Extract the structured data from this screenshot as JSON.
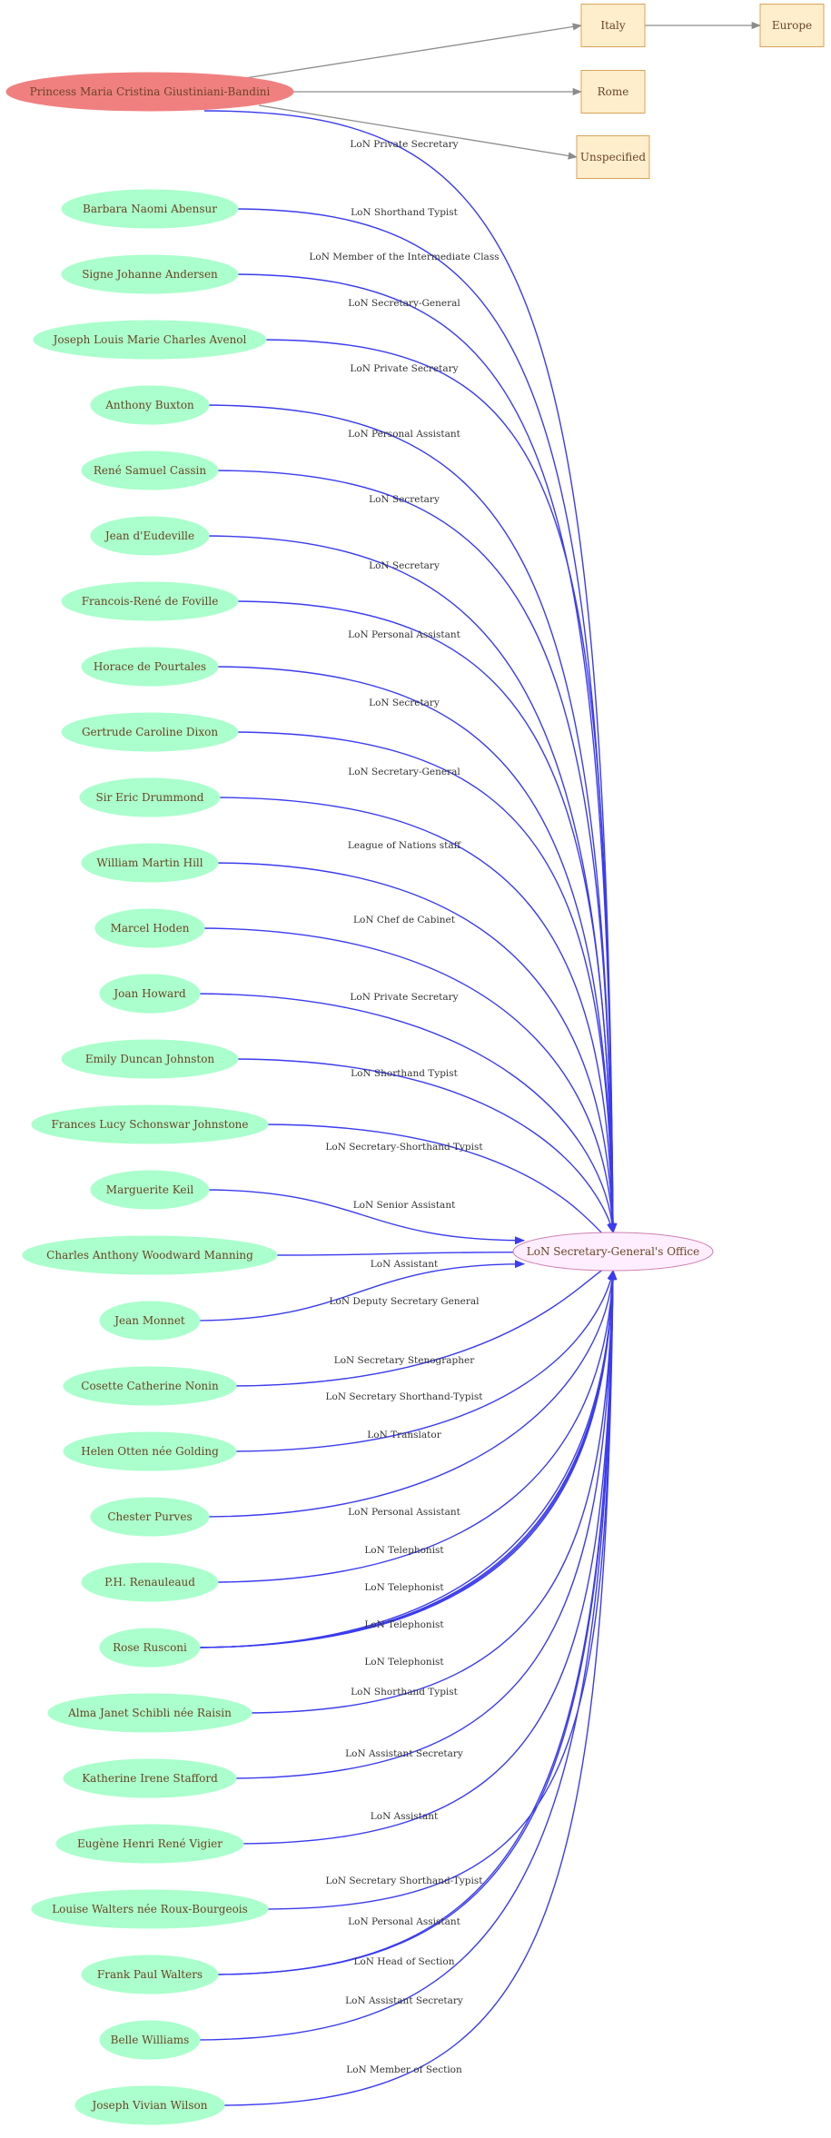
{
  "colors": {
    "person_fill": "#aaffcc",
    "person_text": "#6b4423",
    "root_fill": "#f08080",
    "place_fill": "#ffeecc",
    "place_stroke": "#d9a35a",
    "office_fill": "#ffeeff",
    "office_stroke": "#d080b0",
    "blue_edge": "#3b3bef",
    "gray_edge": "#8c8c8c"
  },
  "nodes": {
    "root": {
      "label": "Princess Maria Cristina Giustiniani-Bandini"
    },
    "office": {
      "label": "LoN Secretary-General's Office"
    },
    "places": [
      {
        "id": "italy",
        "label": "Italy"
      },
      {
        "id": "rome",
        "label": "Rome"
      },
      {
        "id": "unspecified",
        "label": "Unspecified"
      },
      {
        "id": "europe",
        "label": "Europe"
      }
    ],
    "people": [
      {
        "id": "abensur",
        "label": "Barbara Naomi Abensur"
      },
      {
        "id": "andersen",
        "label": "Signe Johanne Andersen"
      },
      {
        "id": "avenol",
        "label": "Joseph Louis Marie Charles Avenol"
      },
      {
        "id": "buxton",
        "label": "Anthony Buxton"
      },
      {
        "id": "cassin",
        "label": "René Samuel Cassin"
      },
      {
        "id": "deudeville",
        "label": "Jean d'Eudeville"
      },
      {
        "id": "foville",
        "label": "Francois-René de Foville"
      },
      {
        "id": "pourtales",
        "label": "Horace de Pourtales"
      },
      {
        "id": "dixon",
        "label": "Gertrude Caroline Dixon"
      },
      {
        "id": "drummond",
        "label": "Sir Eric Drummond"
      },
      {
        "id": "hill",
        "label": "William Martin Hill"
      },
      {
        "id": "hoden",
        "label": "Marcel Hoden"
      },
      {
        "id": "howard",
        "label": "Joan Howard"
      },
      {
        "id": "johnston",
        "label": "Emily Duncan Johnston"
      },
      {
        "id": "johnstone",
        "label": "Frances Lucy Schonswar Johnstone"
      },
      {
        "id": "keil",
        "label": "Marguerite Keil"
      },
      {
        "id": "manning",
        "label": "Charles Anthony Woodward Manning"
      },
      {
        "id": "monnet",
        "label": "Jean Monnet"
      },
      {
        "id": "nonin",
        "label": "Cosette Catherine Nonin"
      },
      {
        "id": "otten",
        "label": "Helen Otten née Golding"
      },
      {
        "id": "purves",
        "label": "Chester Purves"
      },
      {
        "id": "renauleaud",
        "label": "P.H. Renauleaud"
      },
      {
        "id": "rusconi",
        "label": "Rose Rusconi"
      },
      {
        "id": "raisin",
        "label": "Alma Janet Schibli née Raisin"
      },
      {
        "id": "stafford",
        "label": "Katherine Irene Stafford"
      },
      {
        "id": "vigier",
        "label": "Eugène Henri René  Vigier"
      },
      {
        "id": "roux",
        "label": "Louise Walters née Roux-Bourgeois"
      },
      {
        "id": "walters",
        "label": "Frank Paul Walters"
      },
      {
        "id": "williams",
        "label": "Belle Williams"
      },
      {
        "id": "wilson",
        "label": "Joseph Vivian Wilson"
      }
    ]
  },
  "edges": [
    {
      "from": "root",
      "to": "italy",
      "label": ""
    },
    {
      "from": "root",
      "to": "rome",
      "label": ""
    },
    {
      "from": "root",
      "to": "unspecified",
      "label": ""
    },
    {
      "from": "italy",
      "to": "europe",
      "label": ""
    },
    {
      "from": "root",
      "to": "office",
      "label": "LoN Private Secretary"
    },
    {
      "from": "abensur",
      "to": "office",
      "label": "LoN Shorthand Typist"
    },
    {
      "from": "andersen",
      "to": "office",
      "label": "LoN Member of the Intermediate Class"
    },
    {
      "from": "avenol",
      "to": "office",
      "label": "LoN Secretary-General"
    },
    {
      "from": "buxton",
      "to": "office",
      "label": "LoN Private Secretary"
    },
    {
      "from": "cassin",
      "to": "office",
      "label": "LoN Personal Assistant"
    },
    {
      "from": "deudeville",
      "to": "office",
      "label": "LoN Secretary"
    },
    {
      "from": "foville",
      "to": "office",
      "label": "LoN Secretary"
    },
    {
      "from": "pourtales",
      "to": "office",
      "label": "LoN Personal Assistant"
    },
    {
      "from": "dixon",
      "to": "office",
      "label": "LoN Secretary"
    },
    {
      "from": "drummond",
      "to": "office",
      "label": "LoN Secretary-General"
    },
    {
      "from": "hill",
      "to": "office",
      "label": "League of Nations staff"
    },
    {
      "from": "hoden",
      "to": "office",
      "label": "LoN Chef de Cabinet"
    },
    {
      "from": "howard",
      "to": "office",
      "label": "LoN Private Secretary"
    },
    {
      "from": "johnston",
      "to": "office",
      "label": "LoN Shorthand Typist"
    },
    {
      "from": "johnstone",
      "to": "office",
      "label": "LoN Secretary-Shorthand-Typist"
    },
    {
      "from": "keil",
      "to": "office",
      "label": "LoN Senior Assistant"
    },
    {
      "from": "manning",
      "to": "office",
      "label": "LoN Assistant"
    },
    {
      "from": "monnet",
      "to": "office",
      "label": "LoN Deputy Secretary General"
    },
    {
      "from": "nonin",
      "to": "office",
      "label": "LoN Secretary Stenographer"
    },
    {
      "from": "otten",
      "to": "office",
      "label": "LoN Secretary Shorthand-Typist"
    },
    {
      "from": "purves",
      "to": "office",
      "label": "LoN Translator"
    },
    {
      "from": "renauleaud",
      "to": "office",
      "label": "LoN Personal Assistant"
    },
    {
      "from": "rusconi",
      "to": "office",
      "label": "LoN Telephonist"
    },
    {
      "from": "rusconi",
      "to": "office",
      "label": "LoN Telephonist"
    },
    {
      "from": "rusconi",
      "to": "office",
      "label": "LoN Telephonist"
    },
    {
      "from": "rusconi",
      "to": "office",
      "label": "LoN Telephonist"
    },
    {
      "from": "raisin",
      "to": "office",
      "label": "LoN Shorthand Typist"
    },
    {
      "from": "stafford",
      "to": "office",
      "label": "LoN Assistant Secretary"
    },
    {
      "from": "vigier",
      "to": "office",
      "label": "LoN Assistant"
    },
    {
      "from": "roux",
      "to": "office",
      "label": "LoN Secretary Shorthand-Typist"
    },
    {
      "from": "walters",
      "to": "office",
      "label": "LoN Personal Assistant"
    },
    {
      "from": "walters",
      "to": "office",
      "label": "LoN Head of Section"
    },
    {
      "from": "williams",
      "to": "office",
      "label": "LoN Assistant Secretary"
    },
    {
      "from": "wilson",
      "to": "office",
      "label": "LoN Member of Section"
    }
  ]
}
